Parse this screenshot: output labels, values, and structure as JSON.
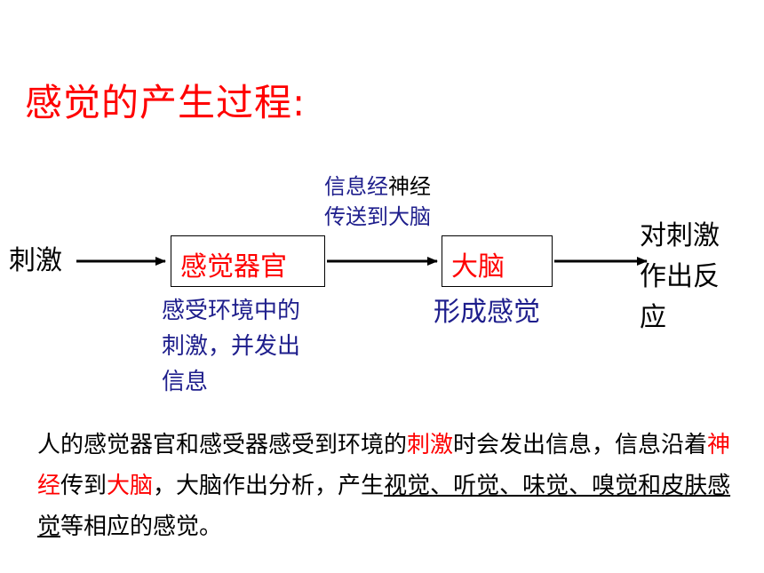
{
  "title": "感觉的产生过程:",
  "flow": {
    "stimulus": "刺激",
    "organ": "感觉器官",
    "organ_note_lines": [
      "感受环境中的",
      "刺激，并发出",
      "信息"
    ],
    "nerve_note_line1_a": "信息经",
    "nerve_note_line1_b": "神经",
    "nerve_note_line2": "传送到大脑",
    "brain": "大脑",
    "brain_note": "形成感觉",
    "response_lines": [
      "对刺激",
      "作出反",
      "应"
    ]
  },
  "paragraph": {
    "p1": "人的感觉器官和感受器感受到环境的",
    "r1": "刺激",
    "p2": "时会发出信息，信息沿着",
    "r2": "神经",
    "p3": "传到",
    "r3": "大脑",
    "p4": "，大脑作出分析，产生",
    "u1": "视觉、听觉、味觉、嗅觉和皮肤感觉",
    "p5": "等相应的感觉。"
  },
  "colors": {
    "title": "#ff0000",
    "highlight": "#ff0000",
    "note": "#1e1e8c"
  }
}
